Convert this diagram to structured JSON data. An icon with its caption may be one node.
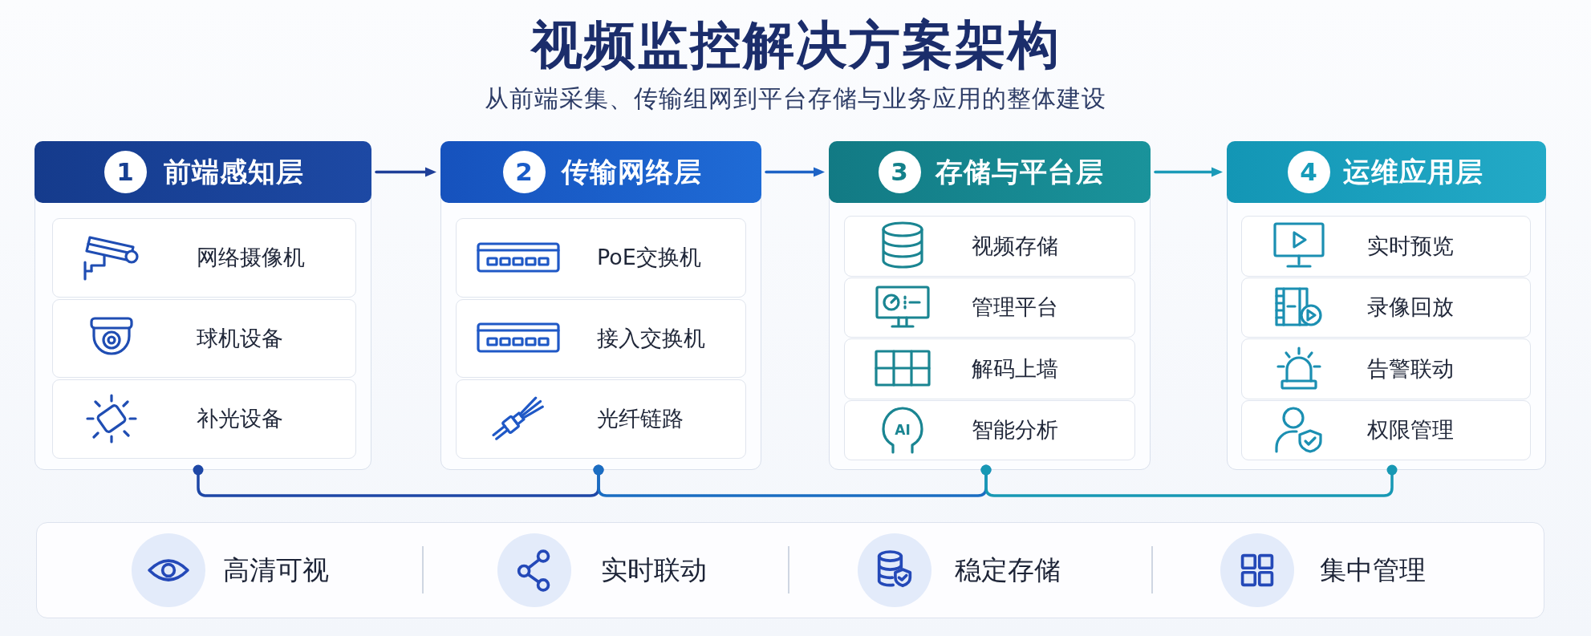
{
  "diagram": {
    "title": "视频监控解决方案架构",
    "nodes": [
      {
        "text": [
          "前端感知层"
        ]
      },
      {
        "text": [
          "1"
        ],
        "in": 0
      },
      {
        "text": [
          "网络摄像机"
        ],
        "in": 0
      },
      {
        "text": [
          "球机设备"
        ],
        "in": 0
      },
      {
        "text": [
          "补光设备"
        ],
        "in": 0
      },
      {
        "text": [
          "传输网络层"
        ]
      },
      {
        "text": [
          "2"
        ],
        "in": 5
      },
      {
        "text": [
          "PoE交换机"
        ],
        "in": 5
      },
      {
        "text": [
          "接入交换机"
        ],
        "in": 5
      },
      {
        "text": [
          "光纤链路"
        ],
        "in": 5
      },
      {
        "text": [
          "存储与平台层"
        ]
      },
      {
        "text": [
          "3"
        ],
        "in": 10
      },
      {
        "text": [
          "视频存储"
        ],
        "in": 10
      },
      {
        "text": [
          "管理平台"
        ],
        "in": 10
      },
      {
        "text": [
          "解码上墙"
        ],
        "in": 10
      },
      {
        "text": [
          "智能分析"
        ],
        "in": 10
      },
      {
        "text": [
          "运维应用层"
        ]
      },
      {
        "text": [
          "4"
        ],
        "in": 16
      },
      {
        "text": [
          "实时预览"
        ],
        "in": 16
      },
      {
        "text": [
          "录像回放"
        ],
        "in": 16
      },
      {
        "text": [
          "告警联动"
        ],
        "in": 16
      },
      {
        "text": [
          "权限管理"
        ],
        "in": 16
      },
      {
        "text": [
          "高清可视",
          "实时联动",
          "稳定存储",
          "集中管理"
        ]
      }
    ],
    "edges": [
      {
        "from": 0,
        "to": 5,
        "arrow": "to",
        "color": "#1f3f98"
      },
      {
        "from": 5,
        "to": 10,
        "arrow": "to",
        "color": "#1d63c6"
      },
      {
        "from": 10,
        "to": 16,
        "arrow": "to",
        "color": "#1b9ab8"
      },
      {
        "from": 0,
        "to": 5,
        "arrow": "other",
        "color": "#1e47a6"
      },
      {
        "from": 5,
        "to": 10,
        "arrow": "other",
        "color": "#1a6dc2"
      },
      {
        "from": 10,
        "to": 16,
        "arrow": "other",
        "color": "#1798b4"
      }
    ],
    "labels": [
      "从前端采集、传输组网到平台存储与业务应用的整体建设",
      "AI"
    ]
  }
}
